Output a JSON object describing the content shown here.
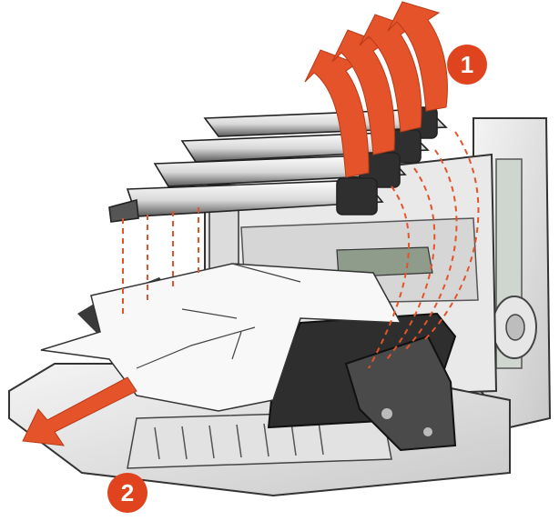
{
  "steps": [
    {
      "label": "1",
      "action": "lift"
    },
    {
      "label": "2",
      "action": "pull-out"
    }
  ],
  "colors": {
    "arrow": "#e4532a",
    "badge": "#e0441f",
    "guide": "#e4532a",
    "printer_body": "#eeeeee",
    "printer_dark": "#3a3a3a",
    "paper": "#f7f7f7"
  },
  "icons": [
    "printer-illustration",
    "photoconductor-units",
    "jammed-paper",
    "curved-arrow",
    "straight-arrow"
  ]
}
